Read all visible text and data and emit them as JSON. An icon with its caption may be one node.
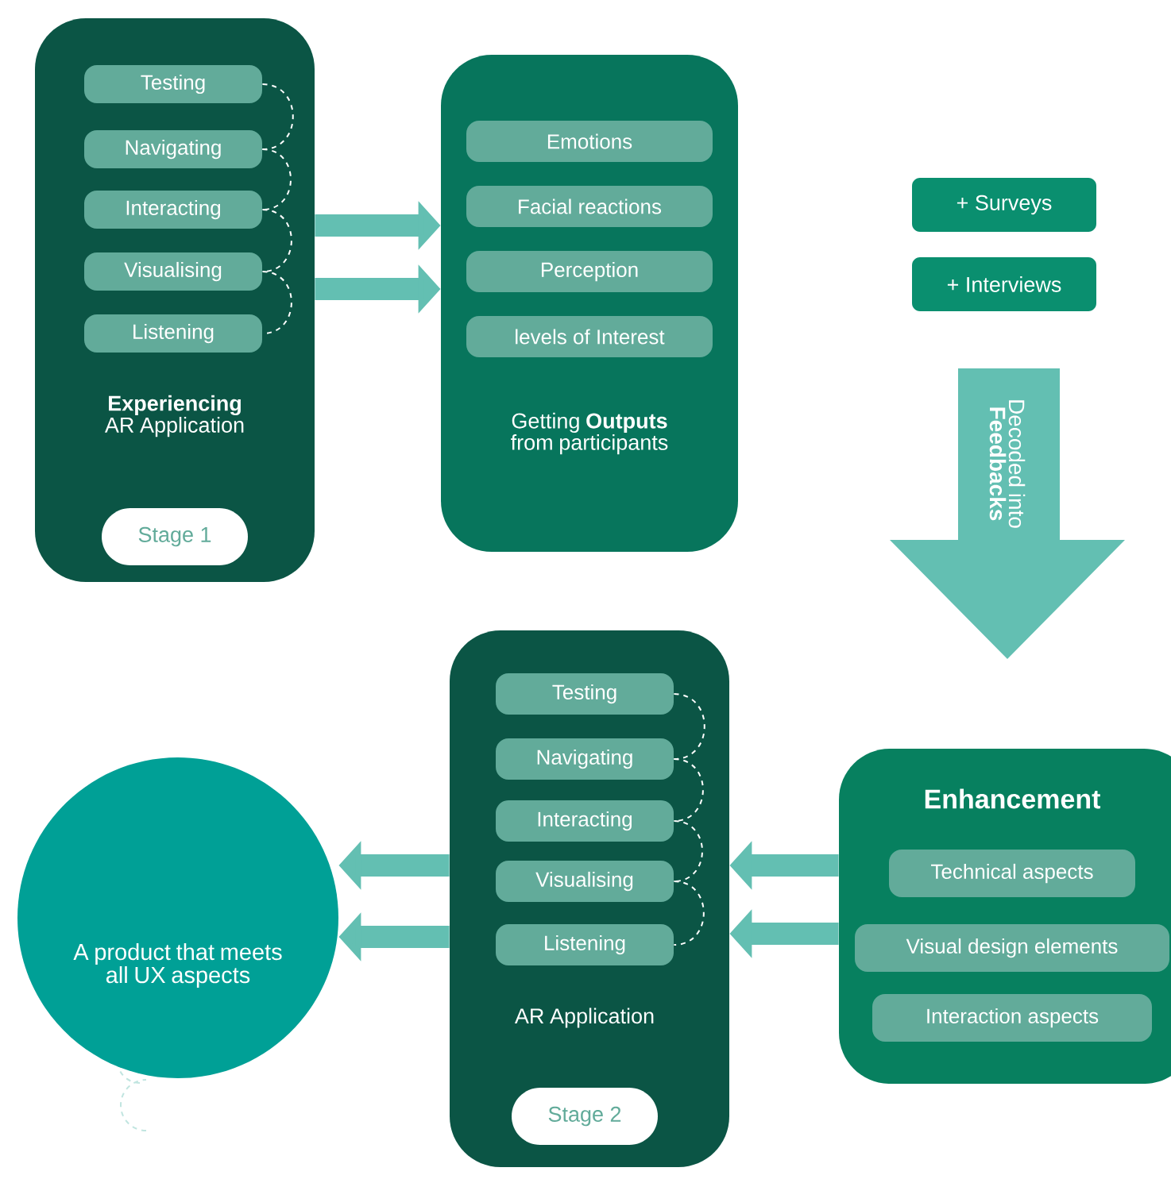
{
  "diagram": {
    "nodes": [
      {
        "text": [
          "**Experiencing** AR Application"
        ]
      },
      {
        "text": [
          "Testing"
        ],
        "in": 0
      },
      {
        "text": [
          "Navigating"
        ],
        "in": 0
      },
      {
        "text": [
          "Interacting"
        ],
        "in": 0
      },
      {
        "text": [
          "Visualising"
        ],
        "in": 0
      },
      {
        "text": [
          "Listening"
        ],
        "in": 0
      },
      {
        "text": [
          "Stage 1"
        ],
        "in": 0
      },
      {
        "text": [
          "Getting **Outputs** from participants"
        ]
      },
      {
        "text": [
          "Emotions"
        ],
        "in": 7
      },
      {
        "text": [
          "Facial reactions"
        ],
        "in": 7
      },
      {
        "text": [
          "Perception"
        ],
        "in": 7
      },
      {
        "text": [
          "levels of Interest"
        ],
        "in": 7
      },
      {
        "text": [
          "+ Surveys"
        ]
      },
      {
        "text": [
          "+ Interviews"
        ]
      },
      {
        "text": [
          "Decoded into **Feedbacks**"
        ]
      },
      {
        "text": [
          "Enhancement"
        ]
      },
      {
        "text": [
          "Technical aspects"
        ],
        "in": 15
      },
      {
        "text": [
          "Visual design elements"
        ],
        "in": 15
      },
      {
        "text": [
          "Interaction aspects"
        ],
        "in": 15
      },
      {
        "text": [
          "AR Application"
        ]
      },
      {
        "text": [
          "Testing"
        ],
        "in": 19
      },
      {
        "text": [
          "Navigating"
        ],
        "in": 19
      },
      {
        "text": [
          "Interacting"
        ],
        "in": 19
      },
      {
        "text": [
          "Visualising"
        ],
        "in": 19
      },
      {
        "text": [
          "Listening"
        ],
        "in": 19
      },
      {
        "text": [
          "Stage 2"
        ],
        "in": 19
      },
      {
        "text": [
          "A product that meets all UX aspects"
        ]
      }
    ],
    "edges": [
      {
        "from": 1,
        "to": 2,
        "arrow": "none",
        "style": "dashed"
      },
      {
        "from": 2,
        "to": 3,
        "arrow": "none",
        "style": "dashed"
      },
      {
        "from": 3,
        "to": 4,
        "arrow": "none",
        "style": "dashed"
      },
      {
        "from": 4,
        "to": 5,
        "arrow": "none",
        "style": "dashed"
      },
      {
        "from": 0,
        "to": 7,
        "arrow": "to",
        "style": "thick",
        "color": "#63bfb2"
      },
      {
        "from": 0,
        "to": 7,
        "arrow": "to",
        "style": "thick",
        "color": "#63bfb2"
      },
      {
        "from": 20,
        "to": 21,
        "arrow": "none",
        "style": "dashed"
      },
      {
        "from": 21,
        "to": 22,
        "arrow": "none",
        "style": "dashed"
      },
      {
        "from": 22,
        "to": 23,
        "arrow": "none",
        "style": "dashed"
      },
      {
        "from": 23,
        "to": 24,
        "arrow": "none",
        "style": "dashed"
      },
      {
        "from": 15,
        "to": 19,
        "arrow": "to",
        "style": "thick",
        "color": "#63bfb2"
      },
      {
        "from": 15,
        "to": 19,
        "arrow": "to",
        "style": "thick",
        "color": "#63bfb2"
      },
      {
        "from": 19,
        "to": 26,
        "arrow": "to",
        "style": "thick",
        "color": "#63bfb2"
      },
      {
        "from": 19,
        "to": 26,
        "arrow": "to",
        "style": "thick",
        "color": "#63bfb2"
      }
    ]
  }
}
